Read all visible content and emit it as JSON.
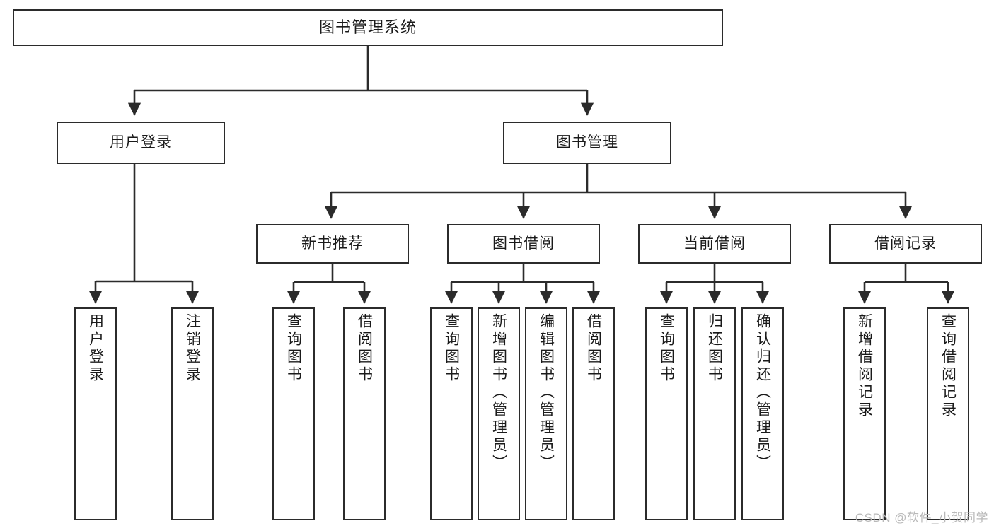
{
  "diagram": {
    "title": "图书管理系统",
    "type": "tree-hierarchy-chart",
    "watermark": "CSDN @软件_小贺同学",
    "colors": {
      "box_border": "#2b2b2b",
      "box_fill": "#ffffff",
      "edge": "#2b2b2b",
      "text": "#1a1a1a",
      "watermark": "#b9b9b9"
    },
    "root": {
      "id": "root",
      "label": "图书管理系统"
    },
    "level2": [
      {
        "id": "user-login",
        "label": "用户登录"
      },
      {
        "id": "book-management",
        "label": "图书管理"
      }
    ],
    "level3": [
      {
        "id": "new-book-recommend",
        "label": "新书推荐",
        "parent": "book-management"
      },
      {
        "id": "book-borrow",
        "label": "图书借阅",
        "parent": "book-management"
      },
      {
        "id": "current-borrow",
        "label": "当前借阅",
        "parent": "book-management"
      },
      {
        "id": "borrow-record",
        "label": "借阅记录",
        "parent": "book-management"
      }
    ],
    "leaves": [
      {
        "id": "leaf-user-login",
        "label": "用户登录",
        "parent": "user-login"
      },
      {
        "id": "leaf-logout-login",
        "label": "注销登录",
        "parent": "user-login"
      },
      {
        "id": "leaf-query-book-1",
        "label": "查询图书",
        "parent": "new-book-recommend"
      },
      {
        "id": "leaf-borrow-book-1",
        "label": "借阅图书",
        "parent": "new-book-recommend"
      },
      {
        "id": "leaf-query-book-2",
        "label": "查询图书",
        "parent": "book-borrow"
      },
      {
        "id": "leaf-add-book",
        "label": "新增图书（管理员）",
        "parent": "book-borrow"
      },
      {
        "id": "leaf-edit-book",
        "label": "编辑图书（管理员）",
        "parent": "book-borrow"
      },
      {
        "id": "leaf-borrow-book-2",
        "label": "借阅图书",
        "parent": "book-borrow"
      },
      {
        "id": "leaf-query-book-3",
        "label": "查询图书",
        "parent": "current-borrow"
      },
      {
        "id": "leaf-return-book",
        "label": "归还图书",
        "parent": "current-borrow"
      },
      {
        "id": "leaf-confirm-return",
        "label": "确认归还（管理员）",
        "parent": "current-borrow"
      },
      {
        "id": "leaf-add-borrow-record",
        "label": "新增借阅记录",
        "parent": "borrow-record"
      },
      {
        "id": "leaf-query-borrow-record",
        "label": "查询借阅记录",
        "parent": "borrow-record"
      }
    ]
  }
}
